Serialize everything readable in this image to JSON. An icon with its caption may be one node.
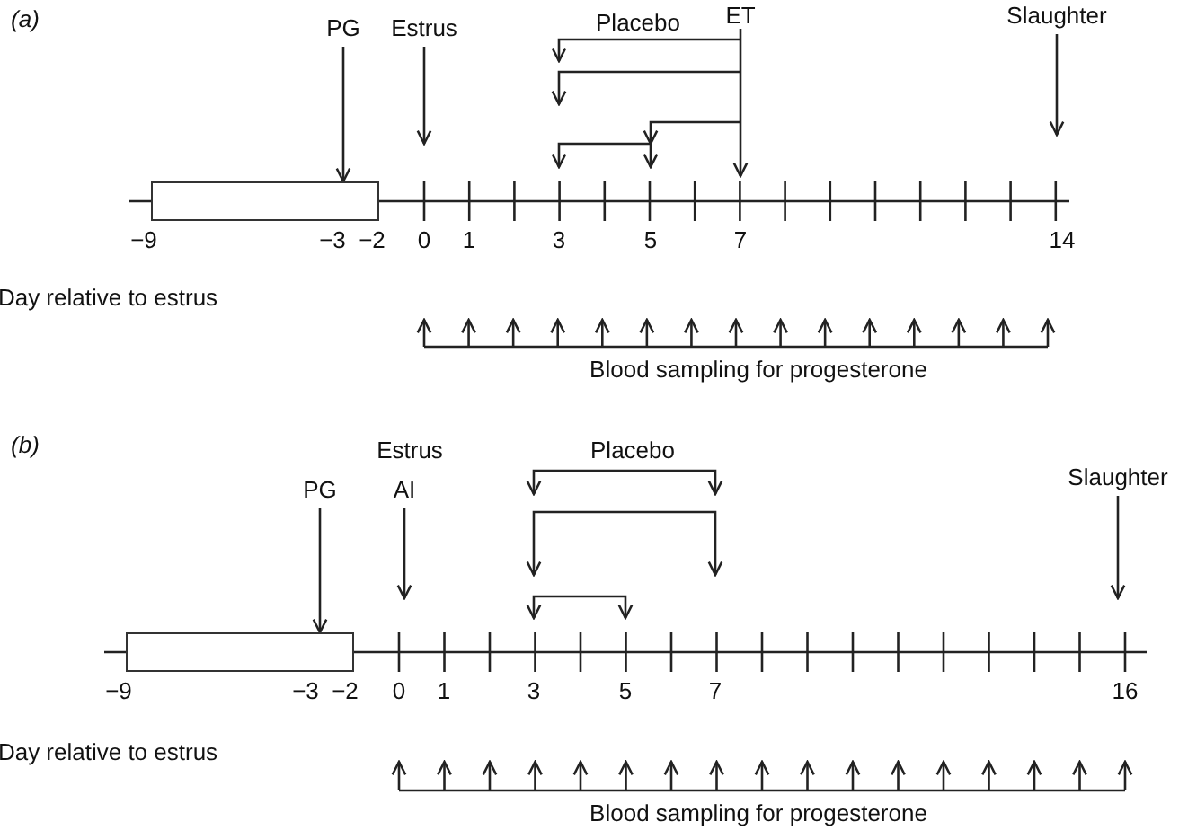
{
  "diagram": {
    "nodes": [
      {
        "text": [
          "PG"
        ]
      },
      {
        "text": [
          "Estrus"
        ]
      },
      {
        "text": [
          "ET"
        ]
      },
      {
        "text": [
          "Slaughter"
        ]
      },
      {
        "text": [],
        "shape": "box"
      },
      {
        "text": [
          "Estrus",
          "AI"
        ]
      },
      {
        "text": [
          "Placebo"
        ]
      },
      {
        "text": [
          "Slaughter"
        ]
      },
      {
        "text": [
          "PG"
        ]
      },
      {
        "text": [],
        "shape": "box"
      }
    ],
    "edges": [
      {
        "from": 0,
        "to": 4,
        "arrow": "to"
      },
      {
        "from": 1,
        "to": null,
        "arrow": "to"
      },
      {
        "from": 2,
        "to": null,
        "label": "Placebo",
        "arrow": "to"
      },
      {
        "from": 2,
        "to": null,
        "arrow": "to"
      },
      {
        "from": 3,
        "to": null,
        "arrow": "to"
      },
      {
        "from": 5,
        "to": null,
        "arrow": "to"
      },
      {
        "from": 6,
        "to": null,
        "arrow": "both"
      },
      {
        "from": 7,
        "to": null,
        "arrow": "to"
      },
      {
        "from": 8,
        "to": 9,
        "arrow": "to"
      }
    ],
    "labels": [
      "(a)",
      "−9",
      "−3",
      "−2",
      "0",
      "1",
      "3",
      "5",
      "7",
      "14",
      "Day relative to estrus",
      "Blood sampling for progesterone",
      "(b)",
      "−9",
      "−3",
      "−2",
      "0",
      "1",
      "3",
      "5",
      "7",
      "16",
      "Day relative to estrus",
      "Blood sampling for progesterone"
    ]
  }
}
